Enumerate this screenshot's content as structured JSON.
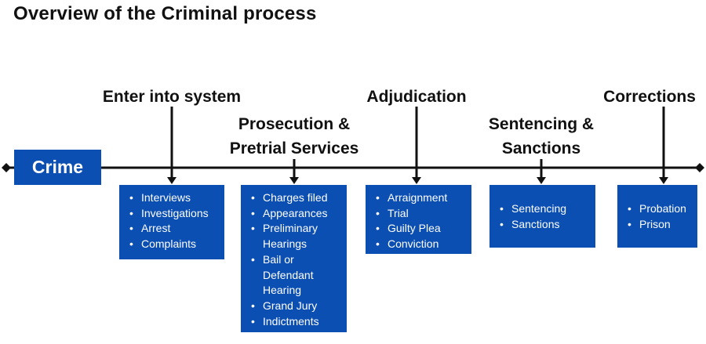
{
  "title": "Overview of the Criminal process",
  "colors": {
    "box": "#0b4fb3",
    "line": "#111111",
    "box_text": "#ffffff"
  },
  "start": {
    "label": "Crime"
  },
  "stages": [
    {
      "label_lines": [
        "Enter into system"
      ],
      "items": [
        "Interviews",
        "Investigations",
        "Arrest",
        "Complaints"
      ]
    },
    {
      "label_lines": [
        "Prosecution &",
        "Pretrial Services"
      ],
      "items": [
        "Charges filed",
        "Appearances",
        "Preliminary",
        "Hearings",
        "Bail or",
        "Defendant",
        "Hearing",
        "Grand Jury",
        "Indictments"
      ],
      "wrapped_lines": [
        3,
        5,
        6
      ]
    },
    {
      "label_lines": [
        "Adjudication"
      ],
      "items": [
        "Arraignment",
        "Trial",
        "Guilty Plea",
        "Conviction"
      ]
    },
    {
      "label_lines": [
        "Sentencing &",
        "Sanctions"
      ],
      "items": [
        "Sentencing",
        "Sanctions"
      ]
    },
    {
      "label_lines": [
        "Corrections"
      ],
      "items": [
        "Probation",
        "Prison"
      ]
    }
  ]
}
